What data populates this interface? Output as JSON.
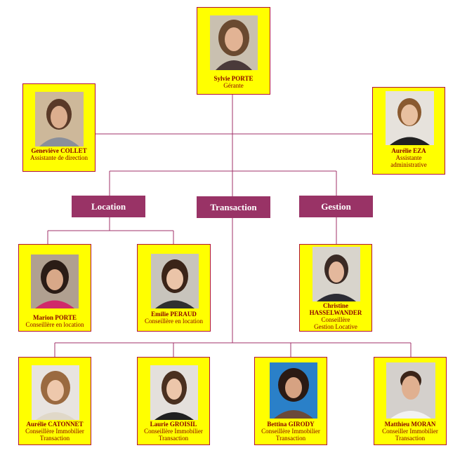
{
  "colors": {
    "card_bg": "#ffff00",
    "card_border": "#b2123a",
    "name_text": "#8b0000",
    "dept_bg": "#993366",
    "dept_text": "#ffffff",
    "connector": "#a0306a"
  },
  "departments": {
    "location": "Location",
    "transaction": "Transaction",
    "gestion": "Gestion"
  },
  "people": {
    "sylvie": {
      "name": "Sylvie PORTE",
      "role": [
        "Gérante"
      ]
    },
    "genevieve": {
      "name": "Geneviève COLLET",
      "role": [
        "Assistante de direction"
      ]
    },
    "aurelie_eza": {
      "name": "Aurélie EZA",
      "role": [
        "Assistante",
        "administrative"
      ]
    },
    "marion": {
      "name": "Marion PORTE",
      "role": [
        "Conseillère en location"
      ]
    },
    "emilie": {
      "name": "Emilie PERAUD",
      "role": [
        "Conseillère en location"
      ]
    },
    "christine": {
      "name": "Christine HASSELWANDER",
      "name_lines": [
        "Christine",
        "HASSELWANDER"
      ],
      "role": [
        "Conseillère",
        "Gestion Locative"
      ]
    },
    "aurelie_c": {
      "name": "Aurélie CATONNET",
      "role": [
        "Conseillère Immobilier",
        "Transaction"
      ]
    },
    "laurie": {
      "name": "Laurie GROISIL",
      "role": [
        "Conseillère Immobilier",
        "Transaction"
      ]
    },
    "bettina": {
      "name": "Bettina GIRODY",
      "role": [
        "Conseillère Immobilier",
        "Transaction"
      ]
    },
    "matthieu": {
      "name": "Matthieu MORAN",
      "role": [
        "Conseiller Immobilier",
        "Transaction"
      ]
    }
  }
}
